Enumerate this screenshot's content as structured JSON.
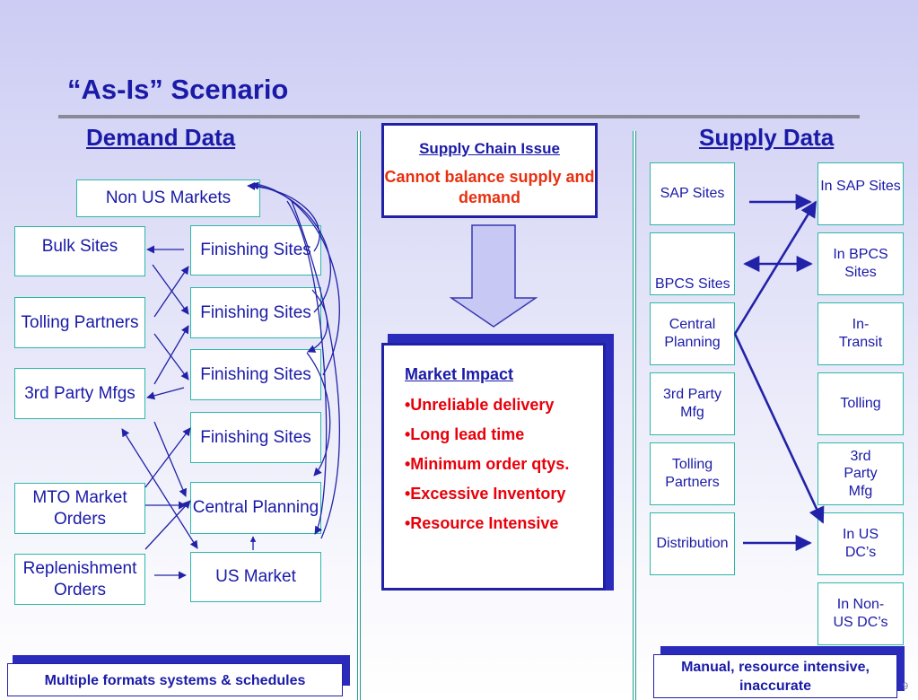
{
  "title": "“As-Is” Scenario",
  "demand": {
    "header": "Demand Data",
    "non_us_markets": "Non US Markets",
    "bulk_sites": "Bulk Sites",
    "tolling_partners": "Tolling Partners",
    "third_party_mfgs": "3rd Party Mfgs",
    "mto_market_orders": "MTO Market Orders",
    "replenishment_orders": "Replenishment Orders",
    "finishing_sites": [
      "Finishing Sites",
      "Finishing Sites",
      "Finishing Sites",
      "Finishing Sites"
    ],
    "central_planning": "Central Planning",
    "us_market": "US Market",
    "note": "Multiple formats systems & schedules"
  },
  "supply_chain_issue": {
    "header": "Supply Chain Issue",
    "body": "Cannot balance supply and demand"
  },
  "market_impact": {
    "header": "Market Impact",
    "items": [
      "•Unreliable delivery",
      "•Long lead time",
      "•Minimum order qtys.",
      "•Excessive Inventory",
      "•Resource Intensive"
    ]
  },
  "supply": {
    "header": "Supply Data",
    "left": [
      "SAP Sites",
      "BPCS Sites",
      "Central Planning",
      "3rd Party Mfg",
      "Tolling Partners",
      "Distribution"
    ],
    "right": [
      "In SAP Sites",
      "In BPCS Sites",
      "In-Transit",
      "Tolling",
      "3rd Party Mfg",
      "In US DC’s",
      "In Non-US DC’s"
    ],
    "note": "Manual, resource intensive, inaccurate"
  },
  "page_number": "9",
  "colors": {
    "title": "#1a1aa8",
    "issue_text": "#e83010",
    "impact_text": "#e8000a",
    "box_border": "#2cb8a8",
    "arrow": "#2222a8"
  }
}
